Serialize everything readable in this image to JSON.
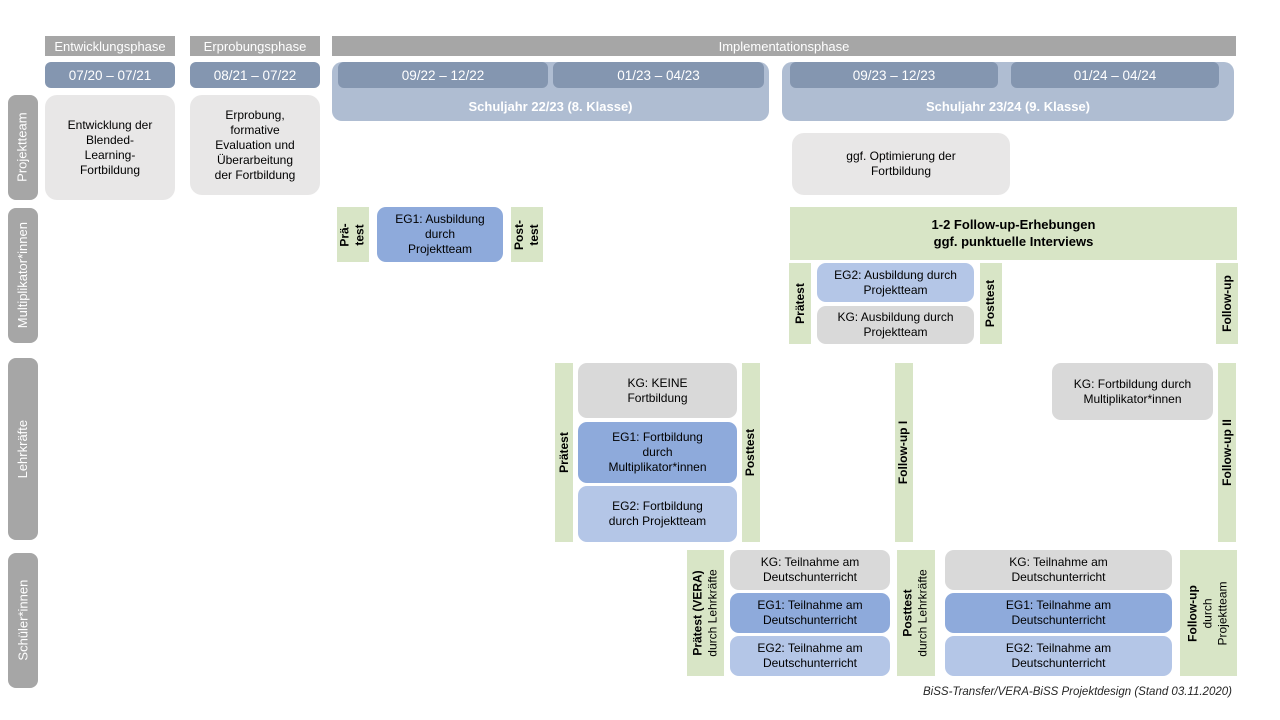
{
  "caption": "BiSS-Transfer/VERA-BiSS Projektdesign (Stand 03.11.2020)",
  "colors": {
    "phase_bar_gray": "#A6A6A6",
    "sidebar_gray": "#A6A6A6",
    "date_bar_blue": "#8496B0",
    "schuljahr_band_blue": "#AFBDD2",
    "box_light_gray": "#E8E7E7",
    "box_kg_gray": "#D9D9D9",
    "box_eg1_blue": "#8EAADB",
    "box_eg2_blue": "#B4C6E7",
    "box_green": "#D8E5C6"
  },
  "sidebar": {
    "projektteam": "Projektteam",
    "multiplikatorinnen": "Multiplikator*innen",
    "lehrkraefte": "Lehrkräfte",
    "schuelerinnen": "Schüler*innen"
  },
  "phases": {
    "entwicklungsphase": "Entwicklungsphase",
    "erprobungsphase": "Erprobungsphase",
    "implementationsphase": "Implementationsphase"
  },
  "timeline": {
    "period1": "07/20 – 07/21",
    "period2": "08/21 – 07/22",
    "period3": "09/22 – 12/22",
    "period4": "01/23 – 04/23",
    "period5": "09/23 – 12/23",
    "period6": "01/24 – 04/24",
    "schuljahr1": "Schuljahr 22/23 (8. Klasse)",
    "schuljahr2": "Schuljahr 23/24 (9. Klasse)"
  },
  "projektteam_row": {
    "entwicklung_box": "Entwicklung der\nBlended-\nLearning-\nFortbildung",
    "erprobung_box": "Erprobung,\nformative\nEvaluation und\nÜberarbeitung\nder Fortbildung",
    "optimierung_box": "ggf. Optimierung der\nFortbildung"
  },
  "multiplikator_row": {
    "praetest1_line1": "Prä-",
    "praetest1_line2": "test",
    "eg1_box": "EG1: Ausbildung\ndurch\nProjektteam",
    "posttest1_line1": "Post-",
    "posttest1_line2": "test",
    "followup_box": "1-2 Follow-up-Erhebungen\nggf. punktuelle Interviews",
    "praetest2": "Prätest",
    "eg2_box": "EG2: Ausbildung durch\nProjektteam",
    "kg_box": "KG: Ausbildung durch\nProjektteam",
    "posttest2": "Posttest",
    "followup_vertical": "Follow-up"
  },
  "lehrkraefte_row": {
    "praetest": "Prätest",
    "kg_box": "KG: KEINE\nFortbildung",
    "eg1_box": "EG1: Fortbildung\ndurch\nMultiplikator*innen",
    "eg2_box": "EG2: Fortbildung\ndurch Projektteam",
    "posttest": "Posttest",
    "followup1": "Follow-up I",
    "kg_fortbildung_box": "KG: Fortbildung durch\nMultiplikator*innen",
    "followup2": "Follow-up II"
  },
  "schueler_row": {
    "praetest_line1": "Prätest (VERA)",
    "praetest_line2": "durch Lehrkräfte",
    "kg_box1": "KG: Teilnahme am\nDeutschunterricht",
    "eg1_box1": "EG1: Teilnahme am\nDeutschunterricht",
    "eg2_box1": "EG2: Teilnahme am\nDeutschunterricht",
    "posttest_line1": "Posttest",
    "posttest_line2": "durch Lehrkräfte",
    "kg_box2": "KG: Teilnahme am\nDeutschunterricht",
    "eg1_box2": "EG1: Teilnahme am\nDeutschunterricht",
    "eg2_box2": "EG2: Teilnahme am\nDeutschunterricht",
    "followup_line1": "Follow-up",
    "followup_line2": "durch",
    "followup_line3": "Projektteam"
  }
}
